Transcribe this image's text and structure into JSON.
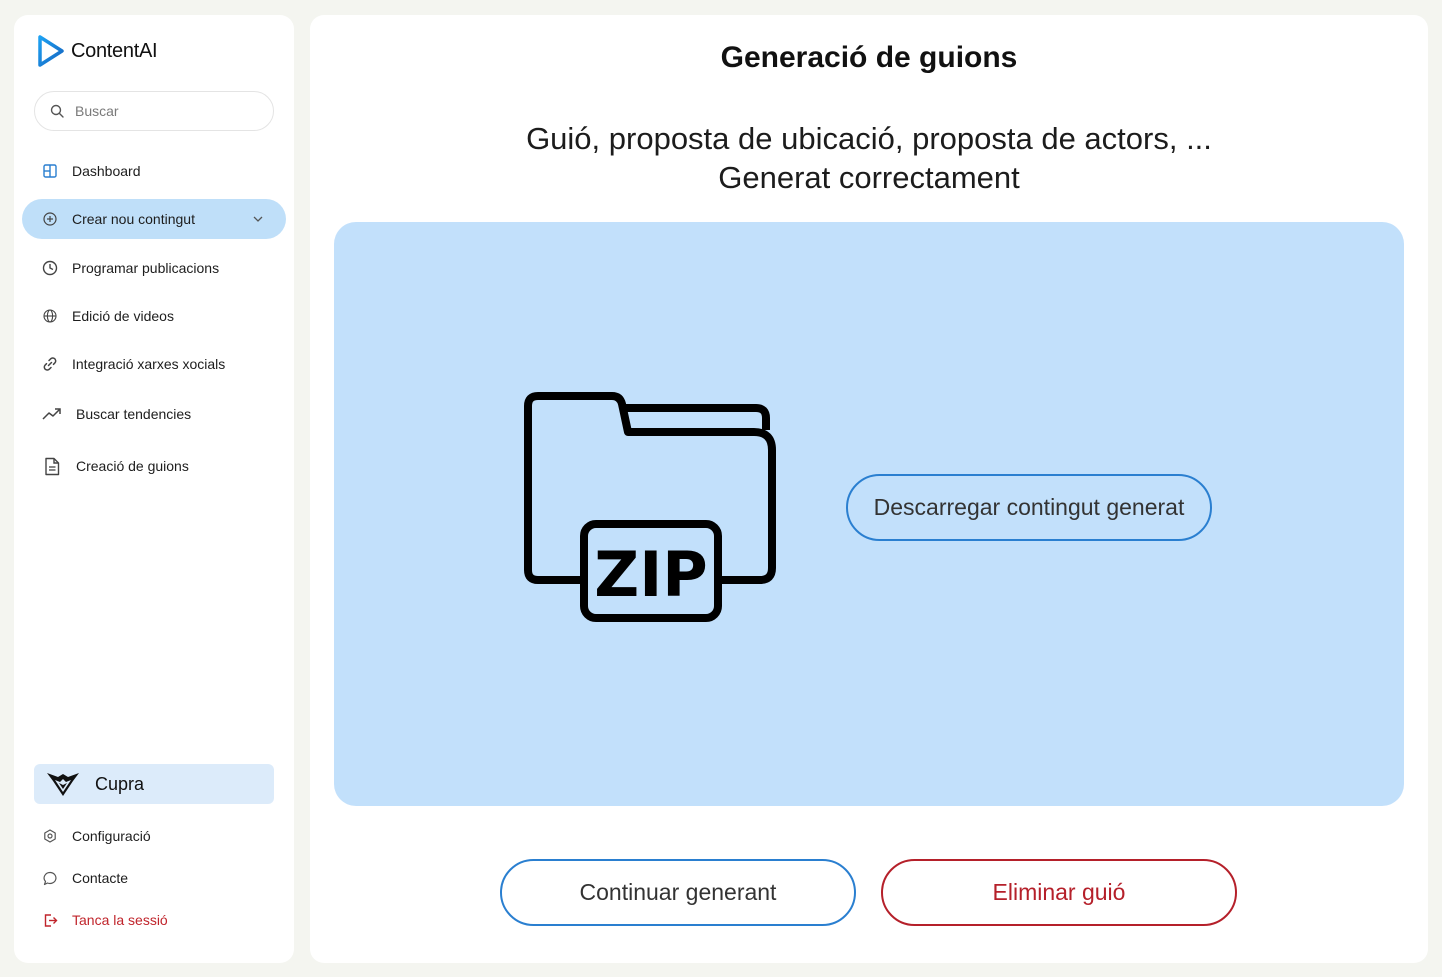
{
  "app": {
    "name": "ContentAI"
  },
  "search": {
    "placeholder": "Buscar"
  },
  "sidebar": {
    "items": [
      {
        "label": "Dashboard",
        "icon": "dashboard-icon"
      },
      {
        "label": "Crear nou contingut",
        "icon": "plus-circle-icon",
        "active": true
      },
      {
        "label": "Programar publicacions",
        "icon": "clock-icon"
      },
      {
        "label": "Edició de videos",
        "icon": "globe-icon"
      },
      {
        "label": "Integració xarxes xocials",
        "icon": "link-icon"
      },
      {
        "label": "Buscar tendencies",
        "icon": "trending-up-icon"
      },
      {
        "label": "Creació de guions",
        "icon": "document-icon"
      }
    ],
    "brand": {
      "name": "Cupra"
    },
    "footer": [
      {
        "label": "Configuració",
        "icon": "settings-icon"
      },
      {
        "label": "Contacte",
        "icon": "chat-icon"
      },
      {
        "label": "Tanca la sessió",
        "icon": "logout-icon"
      }
    ]
  },
  "main": {
    "title": "Generació de guions",
    "subtitle_line1": "Guió, proposta de ubicació, proposta de actors, ...",
    "subtitle_line2": "Generat correctament",
    "zip_label": "ZIP",
    "download_label": "Descarregar contingut generat",
    "continue_label": "Continuar generant",
    "delete_label": "Eliminar guió"
  },
  "colors": {
    "accent": "#2a7fd0",
    "active_nav": "#bfdff9",
    "panel": "#c2e0fb",
    "danger": "#b5202a"
  }
}
